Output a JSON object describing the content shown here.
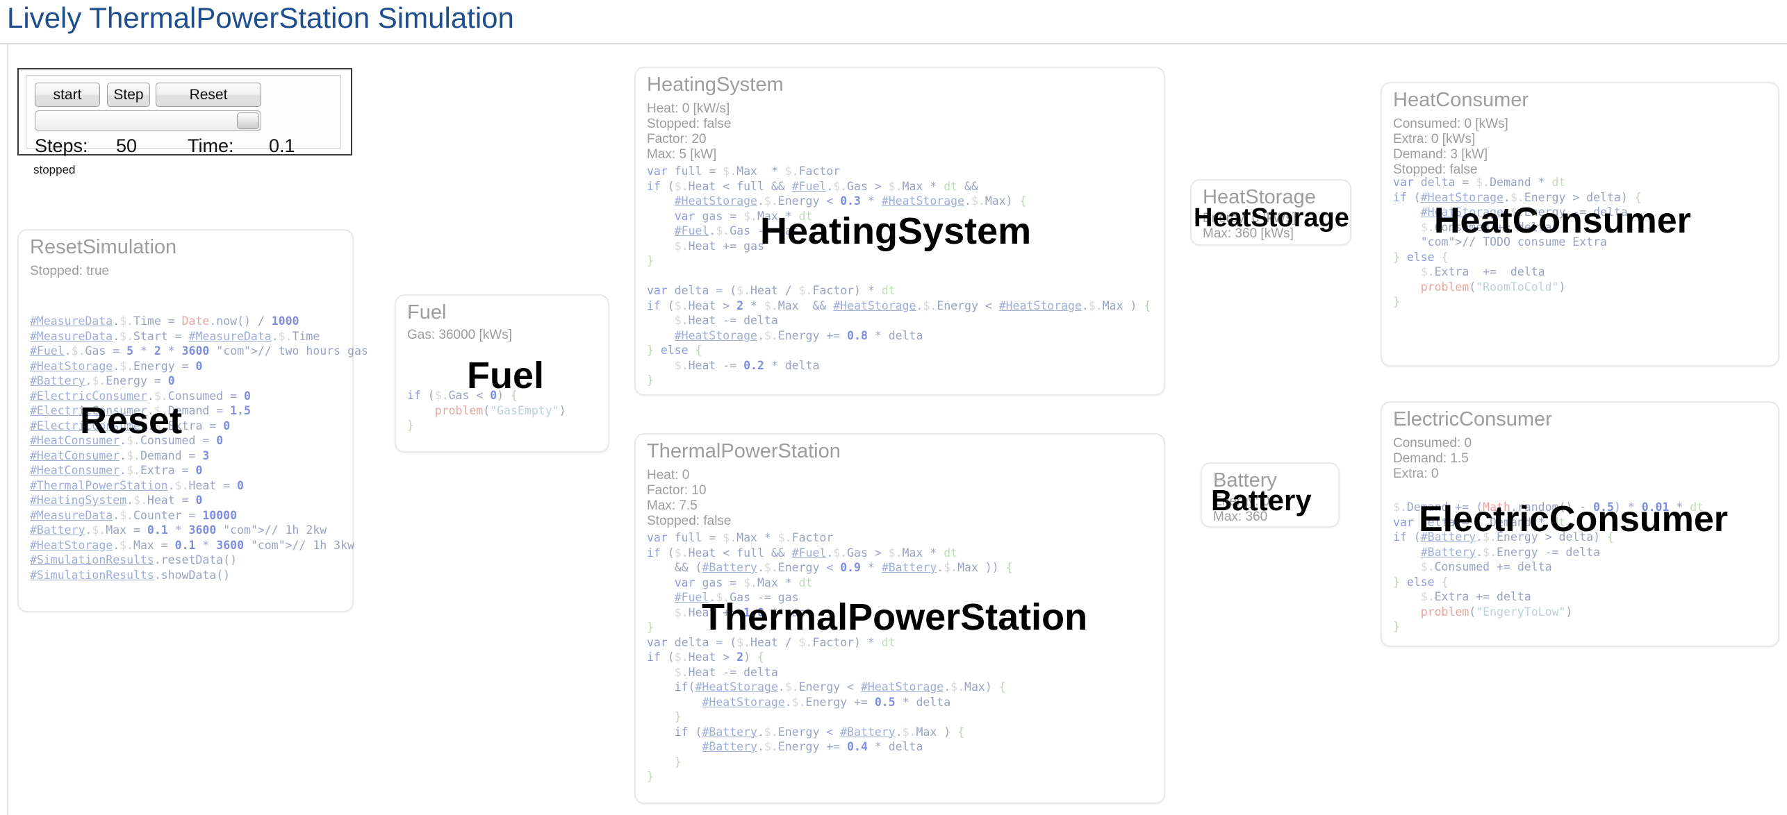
{
  "page": {
    "title": "Lively ThermalPowerStation Simulation",
    "title_color": "#1f4e8c"
  },
  "control_panel": {
    "start_label": "start",
    "step_label": "Step",
    "reset_label": "Reset",
    "steps_label": "Steps:",
    "steps_value": "50",
    "time_label": "Time:",
    "time_value": "0.1",
    "status": "stopped"
  },
  "cards": {
    "reset_simulation": {
      "title": "ResetSimulation",
      "props": "Stopped: true",
      "overlay": "Reset",
      "code_lines": [
        "#MeasureData.$.Time = Date.now() / 1000",
        "#MeasureData.$.Start = #MeasureData.$.Time",
        "#Fuel.$.Gas = 5 * 2 * 3600 // two hours gas",
        "#HeatStorage.$.Energy = 0",
        "#Battery.$.Energy = 0",
        "#ElectricConsumer.$.Consumed = 0",
        "#ElectricConsumer.$.Demand = 1.5",
        "#ElectricConsumer.$.Extra = 0",
        "#HeatConsumer.$.Consumed = 0",
        "#HeatConsumer.$.Demand = 3",
        "#HeatConsumer.$.Extra = 0",
        "#ThermalPowerStation.$.Heat = 0",
        "#HeatingSystem.$.Heat = 0",
        "#MeasureData.$.Counter = 10000",
        "#Battery.$.Max = 0.1 * 3600 // 1h 2kw",
        "#HeatStorage.$.Max = 0.1 * 3600 // 1h 3kw",
        "#SimulationResults.resetData()",
        "#SimulationResults.showData()"
      ]
    },
    "fuel": {
      "title": "Fuel",
      "props": "Gas: 36000 [kWs]",
      "overlay": "Fuel",
      "code_lines": [
        "if ($.Gas < 0) {",
        "    problem(\"GasEmpty\")",
        "}"
      ]
    },
    "heating_system": {
      "title": "HeatingSystem",
      "props": "Heat: 0 [kW/s]\nStopped: false\nFactor: 20\nMax: 5 [kW]",
      "overlay": "HeatingSystem",
      "code_lines": [
        "var full = $.Max  * $.Factor",
        "if ($.Heat < full && #Fuel.$.Gas > $.Max * dt &&",
        "    #HeatStorage.$.Energy < 0.3 * #HeatStorage.$.Max) {",
        "    var gas = $.Max * dt",
        "    #Fuel.$.Gas -= gas",
        "    $.Heat += gas",
        "}",
        "",
        "var delta = ($.Heat / $.Factor) * dt",
        "if ($.Heat > 2 * $.Max  && #HeatStorage.$.Energy < #HeatStorage.$.Max ) {",
        "    $.Heat -= delta",
        "    #HeatStorage.$.Energy += 0.8 * delta",
        "} else {",
        "    $.Heat -= 0.2 * delta",
        "}"
      ]
    },
    "thermal_power_station": {
      "title": "ThermalPowerStation",
      "props": "Heat: 0\nFactor: 10\nMax: 7.5\nStopped: false",
      "overlay": "ThermalPowerStation",
      "code_lines": [
        "var full = $.Max * $.Factor",
        "if ($.Heat < full && #Fuel.$.Gas > $.Max * dt",
        "    && (#Battery.$.Energy < 0.9 * #Battery.$.Max )) {",
        "    var gas = $.Max * dt",
        "    #Fuel.$.Gas -= gas",
        "    $.Heat += 1.0 * gas",
        "}",
        "var delta = ($.Heat / $.Factor) * dt",
        "if ($.Heat > 2) {",
        "    $.Heat -= delta",
        "    if(#HeatStorage.$.Energy < #HeatStorage.$.Max) {",
        "        #HeatStorage.$.Energy += 0.5 * delta",
        "    }",
        "    if (#Battery.$.Energy < #Battery.$.Max ) {",
        "        #Battery.$.Energy += 0.4 * delta",
        "    }",
        "}"
      ]
    },
    "heat_storage": {
      "title": "HeatStorage",
      "props": "Energy: 0 [kWs]\nMax: 360 [kWs]",
      "overlay": "HeatStorage"
    },
    "battery": {
      "title": "Battery",
      "props": "Energy: 0\nMax: 360",
      "overlay": "Battery"
    },
    "heat_consumer": {
      "title": "HeatConsumer",
      "props": "Consumed: 0 [kWs]\nExtra: 0 [kWs]\nDemand: 3 [kW]\nStopped: false",
      "overlay": "HeatConsumer",
      "code_lines": [
        "var delta = $.Demand * dt",
        "if (#HeatStorage.$.Energy > delta) {",
        "    #HeatStorage.$.Energy -= delta",
        "    $.Consumed += delta",
        "    // TODO consume Extra",
        "} else {",
        "    $.Extra  +=  delta",
        "    problem(\"RoomToCold\")",
        "}"
      ]
    },
    "electric_consumer": {
      "title": "ElectricConsumer",
      "props": "Consumed: 0\nDemand: 1.5\nExtra: 0",
      "overlay": "ElectricConsumer",
      "code_lines": [
        "$.Demand += (Math.random() - 0.5) * 0.01 * dt",
        "var delta = $.Demand * dt",
        "if (#Battery.$.Energy > delta) {",
        "    #Battery.$.Energy -= delta",
        "    $.Consumed += delta",
        "} else {",
        "    $.Extra += delta",
        "    problem(\"EngeryToLow\")",
        "}"
      ]
    }
  }
}
